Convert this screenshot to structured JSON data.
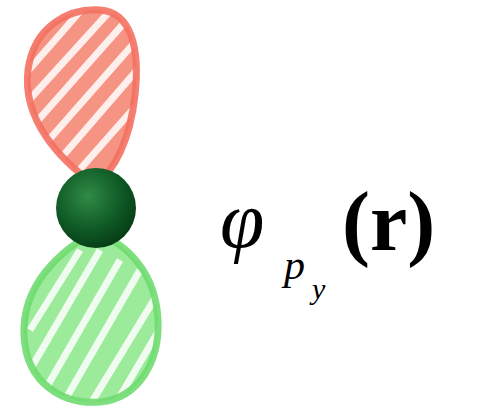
{
  "diagram": {
    "labels": [
      "φ",
      "p",
      "y",
      "(r)"
    ]
  }
}
